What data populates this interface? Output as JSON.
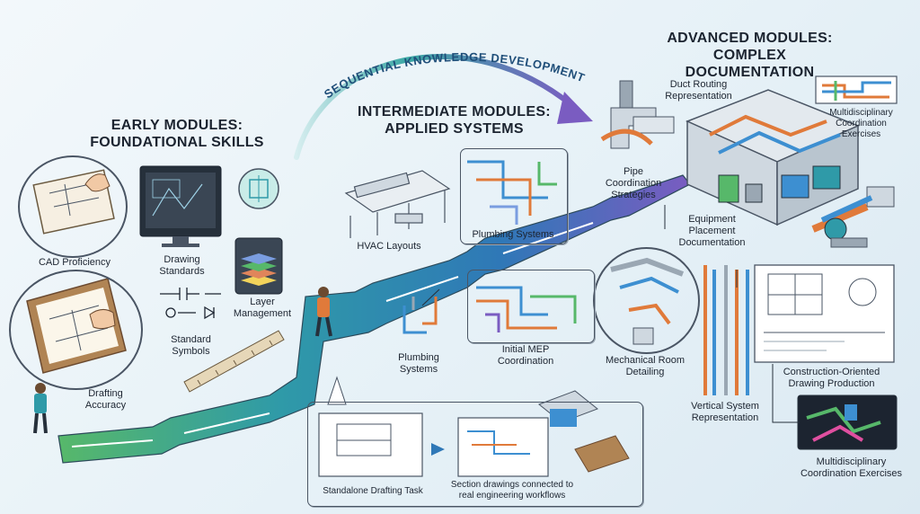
{
  "colors": {
    "arrow_green": "#57b86a",
    "arrow_teal": "#2f9aa8",
    "arrow_blue": "#2f78b7",
    "arrow_purple": "#7a5cc1",
    "pipe_orange": "#e07a3a",
    "pipe_blue": "#3d8fd1",
    "ink": "#1c2430"
  },
  "banner": {
    "text": "SEQUENTIAL KNOWLEDGE DEVELOPMENT"
  },
  "early": {
    "heading_line1": "EARLY MODULES:",
    "heading_line2": "FOUNDATIONAL SKILLS",
    "cad": "CAD Proficiency",
    "standards_line1": "Drawing",
    "standards_line2": "Standards",
    "layer_line1": "Layer",
    "layer_line2": "Management",
    "symbols_line1": "Standard",
    "symbols_line2": "Symbols",
    "drafting_line1": "Drafting",
    "drafting_line2": "Accuracy"
  },
  "intermediate": {
    "heading_line1": "INTERMEDIATE MODULES:",
    "heading_line2": "APPLIED SYSTEMS",
    "hvac": "HVAC Layouts",
    "plumbing": "Plumbing Systems",
    "plumbing2_line1": "Plumbing",
    "plumbing2_line2": "Systems",
    "mep_line1": "Initial MEP",
    "mep_line2": "Coordination"
  },
  "advanced": {
    "heading_line1": "ADVANCED MODULES:",
    "heading_line2": "COMPLEX DOCUMENTATION",
    "duct_line1": "Duct Routing",
    "duct_line2": "Representation",
    "multi_top_line1": "Multidisciplinary",
    "multi_top_line2": "Coordination",
    "multi_top_line3": "Exercises",
    "pipe_line1": "Pipe",
    "pipe_line2": "Coordination",
    "pipe_line3": "Strategies",
    "equip_line1": "Equipment",
    "equip_line2": "Placement",
    "equip_line3": "Documentation",
    "mech_line1": "Mechanical Room",
    "mech_line2": "Detailing",
    "vertical_line1": "Vertical System",
    "vertical_line2": "Representation",
    "construction_line1": "Construction-Oriented",
    "construction_line2": "Drawing Production",
    "multi_bottom_line1": "Multidisciplinary",
    "multi_bottom_line2": "Coordination Exercises"
  },
  "workflow": {
    "standalone": "Standalone Drafting Task",
    "section_line1": "Section drawings connected to",
    "section_line2": "real engineering workflows"
  }
}
